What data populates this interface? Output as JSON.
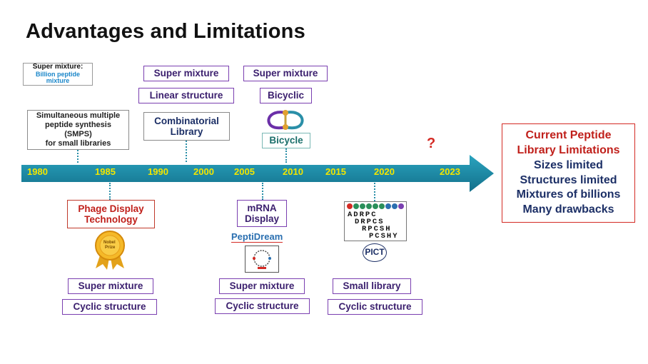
{
  "title": "Advantages and Limitations",
  "legend": {
    "line1": "Super mixture:",
    "line2": "Billion peptide mixture"
  },
  "years": [
    "1980",
    "1985",
    "1990",
    "2000",
    "2005",
    "2010",
    "2015",
    "2020",
    "2023"
  ],
  "question_mark": "?",
  "top": {
    "smps": {
      "l1": "Simultaneous multiple",
      "l2": "peptide synthesis",
      "l3": "(SMPS)",
      "l4": "for small libraries"
    },
    "combinatorial": {
      "tag1": "Super mixture",
      "tag2": "Linear structure",
      "l1": "Combinatorial",
      "l2": "Library"
    },
    "bicycle": {
      "tag1": "Super mixture",
      "tag2": "Bicyclic",
      "label": "Bicycle"
    }
  },
  "bottom": {
    "phage": {
      "l1": "Phage Display",
      "l2": "Technology",
      "medal_l1": "Nobel",
      "medal_l2": "Prize",
      "tag1": "Super mixture",
      "tag2": "Cyclic structure"
    },
    "mrna": {
      "l1": "mRNA",
      "l2": "Display",
      "company": "PeptiDream",
      "tag1": "Super mixture",
      "tag2": "Cyclic structure"
    },
    "pict": {
      "seq": [
        "ADRPC",
        "DRPCS",
        "RPCSH",
        "PCSHY"
      ],
      "label": "PICT",
      "tag1": "Small library",
      "tag2": "Cyclic structure"
    }
  },
  "limitations": {
    "l1": "Current Peptide",
    "l2": "Library Limitations",
    "l3": "Sizes limited",
    "l4": "Structures limited",
    "l5": "Mixtures of billions",
    "l6": "Many drawbacks"
  },
  "colors": {
    "arrow": "#1a8aa6",
    "year_text": "#f2e600",
    "purple_border": "#7a3fb0",
    "red": "#c0201b",
    "navy": "#1c2f66"
  }
}
